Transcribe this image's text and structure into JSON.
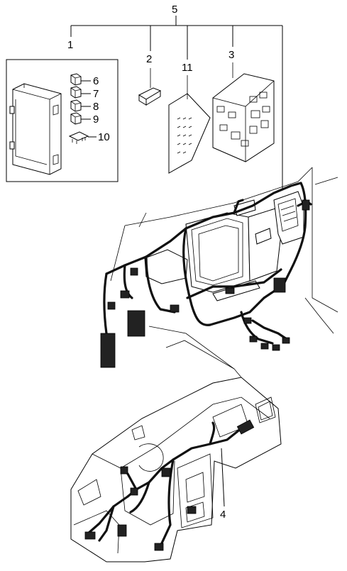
{
  "callouts": {
    "c1": "1",
    "c2": "2",
    "c3": "3",
    "c4": "4",
    "c5": "5",
    "c6": "6",
    "c7": "7",
    "c8": "8",
    "c9": "9",
    "c10": "10",
    "c11": "11"
  },
  "parts": [
    {
      "callout": "1",
      "icon": "control-module-icon"
    },
    {
      "callout": "2",
      "icon": "connector-icon"
    },
    {
      "callout": "3",
      "icon": "junction-box-icon"
    },
    {
      "callout": "4",
      "icon": "dashboard-harness-icon"
    },
    {
      "callout": "5",
      "icon": "main-wiring-harness-icon"
    },
    {
      "callout": "6",
      "icon": "relay-icon"
    },
    {
      "callout": "7",
      "icon": "relay-icon"
    },
    {
      "callout": "8",
      "icon": "relay-icon"
    },
    {
      "callout": "9",
      "icon": "relay-icon"
    },
    {
      "callout": "10",
      "icon": "fuse-icon"
    },
    {
      "callout": "11",
      "icon": "fuse-label-card-icon"
    }
  ]
}
